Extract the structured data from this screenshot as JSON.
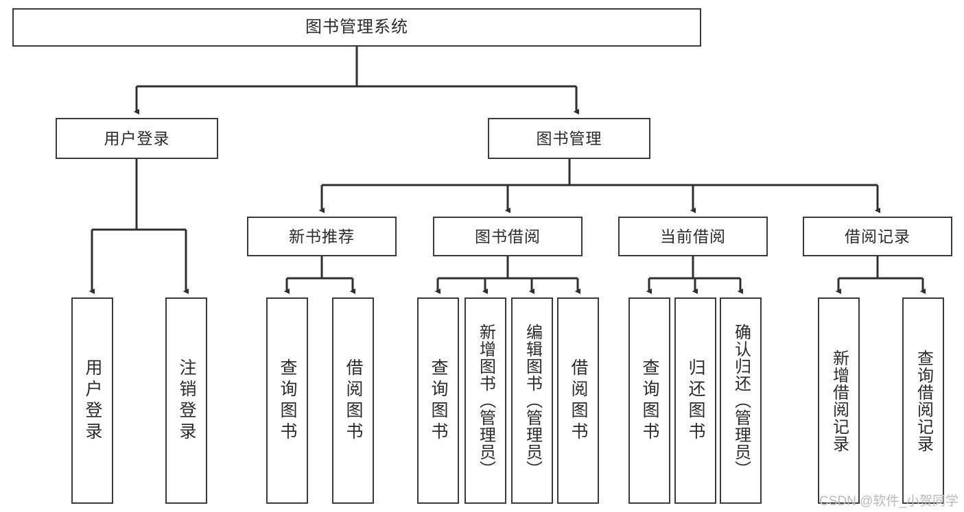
{
  "diagram": {
    "type": "tree-hierarchy",
    "title": "图书管理系统",
    "root": {
      "label": "图书管理系统"
    },
    "level2": [
      {
        "label": "用户登录"
      },
      {
        "label": "图书管理"
      }
    ],
    "level3": [
      {
        "label": "新书推荐"
      },
      {
        "label": "图书借阅"
      },
      {
        "label": "当前借阅"
      },
      {
        "label": "借阅记录"
      }
    ],
    "leaves": {
      "user_login": [
        {
          "label": "用户登录"
        },
        {
          "label": "注销登录"
        }
      ],
      "new_book_recommend": [
        {
          "label": "查询图书"
        },
        {
          "label": "借阅图书"
        }
      ],
      "book_borrow": [
        {
          "label": "查询图书"
        },
        {
          "label": "新增图书（管理员）"
        },
        {
          "label": "编辑图书（管理员）"
        },
        {
          "label": "借阅图书"
        }
      ],
      "current_borrow": [
        {
          "label": "查询图书"
        },
        {
          "label": "归还图书"
        },
        {
          "label": "确认归还（管理员）"
        }
      ],
      "borrow_record": [
        {
          "label": "新增借阅记录"
        },
        {
          "label": "查询借阅记录"
        }
      ]
    }
  },
  "watermark": {
    "text": "CSDN @软件_小贺同学"
  },
  "colors": {
    "box_border": "#3a3a3a",
    "connector": "#2f2f2f",
    "text": "#2b2b2b",
    "background": "#ffffff",
    "watermark": "#b9b9b9"
  }
}
